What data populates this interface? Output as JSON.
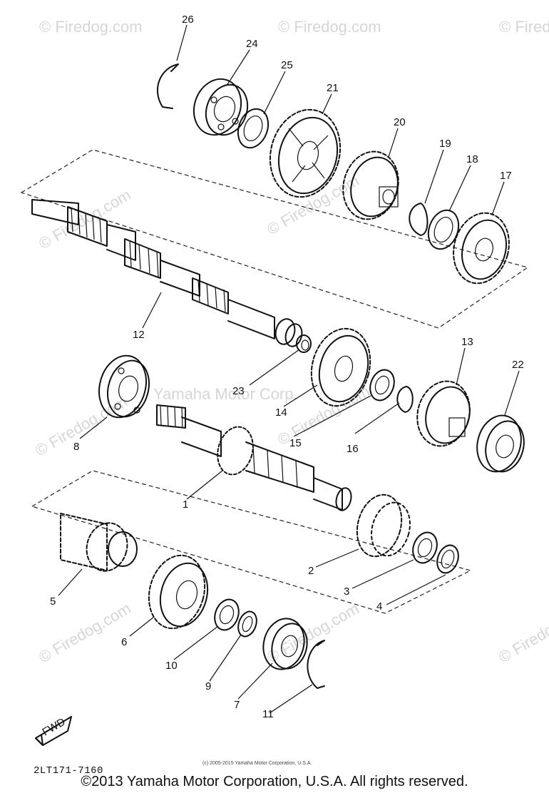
{
  "diagram": {
    "callouts": [
      "26",
      "24",
      "25",
      "21",
      "20",
      "19",
      "18",
      "17",
      "12",
      "23",
      "14",
      "13",
      "22",
      "16",
      "8",
      "1",
      "15",
      "2",
      "3",
      "4",
      "5",
      "6",
      "10",
      "9",
      "7",
      "11"
    ],
    "fwd_label": "FWD",
    "part_code": "2LT171-7160",
    "watermarks": [
      "© Firedog.com",
      "Yamaha Motor Corp.",
      "© Firedog.com"
    ],
    "small_copyright": "(c) 2005-2015 Yamaha Motor Corporation, U.S.A.",
    "copyright": "©2013 Yamaha Motor Corporation, U.S.A. All rights reserved."
  }
}
